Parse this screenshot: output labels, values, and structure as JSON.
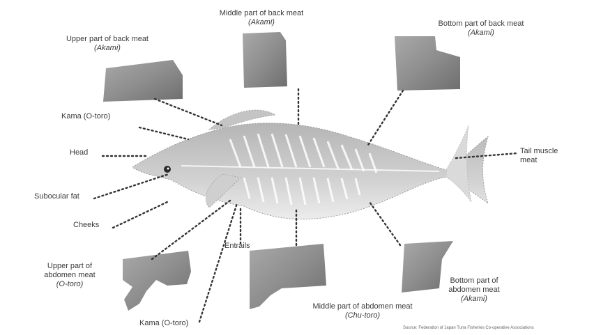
{
  "labels": {
    "upper_back": {
      "name": "Upper part of back meat",
      "sub": "(Akami)"
    },
    "middle_back": {
      "name": "Middle part of back meat",
      "sub": "(Akami)"
    },
    "bottom_back": {
      "name": "Bottom part of back meat",
      "sub": "(Akami)"
    },
    "kama_top": "Kama (O-toro)",
    "head": "Head",
    "subocular_fat": "Subocular fat",
    "cheeks": "Cheeks",
    "entrails": "Entrails",
    "tail_muscle": {
      "line1": "Tail muscle",
      "line2": "meat"
    },
    "upper_abdomen": {
      "line1": "Upper part of",
      "line2": "abdomen meat",
      "sub": "(O-toro)"
    },
    "middle_abdomen": {
      "name": "Middle part of abdomen meat",
      "sub": "(Chu-toro)"
    },
    "bottom_abdomen": {
      "line1": "Bottom part of",
      "line2": "abdomen meat",
      "sub": "(Akami)"
    },
    "kama_bottom": "Kama (O-toro)"
  },
  "source": "Source: Federation of Japan Tuna Fisheries Co-operative Associations",
  "colors": {
    "meat": "#8a8a8a",
    "fish": "#bdbdbd",
    "dots": "#333333"
  }
}
